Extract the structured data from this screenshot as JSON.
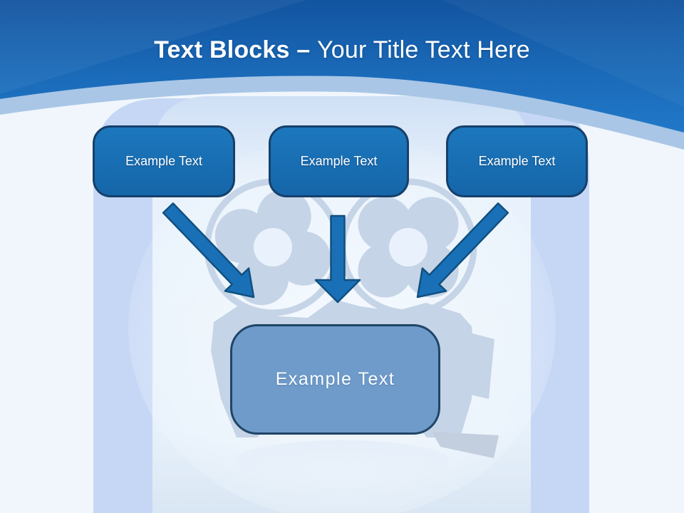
{
  "slide": {
    "title": {
      "bold": "Text Blocks – ",
      "regular": "Your Title Text Here"
    },
    "top_blocks": [
      "Example Text",
      "Example Text",
      "Example Text"
    ],
    "center_block": "Example Text",
    "icons": [
      "film-projector-icon",
      "film-reel-left-icon",
      "film-reel-right-icon",
      "arrow-down-right-icon",
      "arrow-down-icon",
      "arrow-down-left-icon"
    ],
    "colors": {
      "header_top": "#1254a0",
      "header_mid": "#1a6ab8",
      "header_bottom": "#2178c8",
      "arc_band": "#a9c6e6",
      "panel_lavender": "#c6d7f5",
      "panel_inner_top": "#cfe0f5",
      "panel_inner_bottom": "#e7f1fb",
      "outer_background": "#f0f6fc",
      "block_fill_top": "#1d77bd",
      "block_fill_bottom": "#1566a9",
      "block_border": "#16406b",
      "center_fill": "#6f9bca",
      "center_border": "#1f4567",
      "arrow_fill": "#1a70b7",
      "arrow_stroke": "#10507f",
      "silhouette": "#c5d4e6",
      "title_color": "#ffffff"
    }
  }
}
